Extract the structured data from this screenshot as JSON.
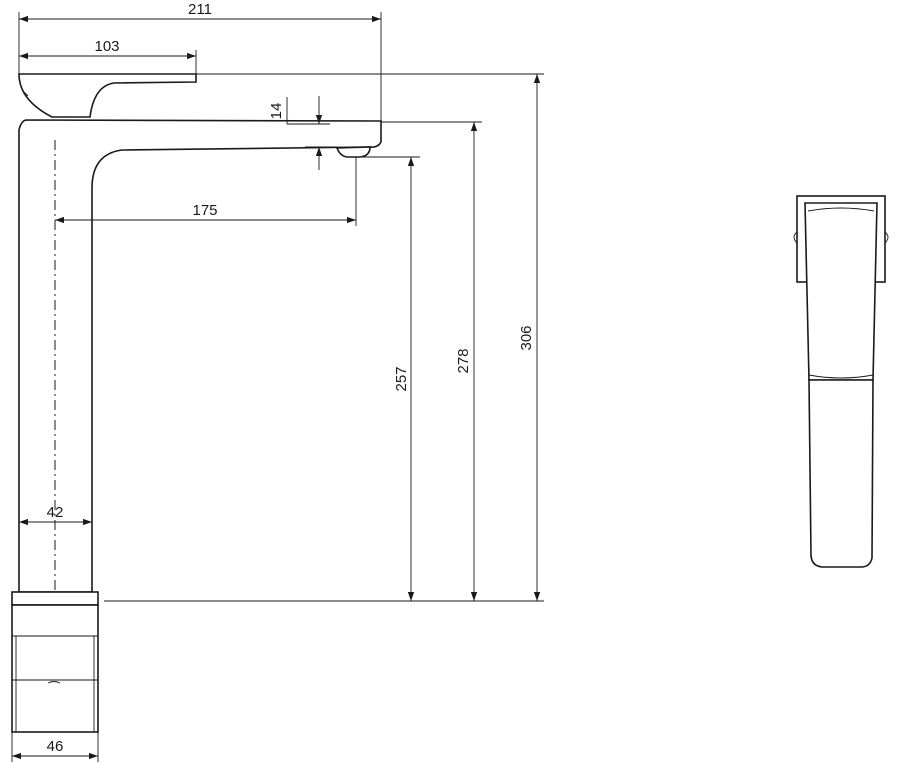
{
  "dimensions": {
    "overall_length": "211",
    "handle_length": "103",
    "outlet_height": "14",
    "spout_reach": "175",
    "height_to_outlet": "257",
    "height_to_spout_top": "278",
    "overall_height": "306",
    "body_width": "42",
    "base_width": "46"
  },
  "colors": {
    "line": "#1a1a1a",
    "background": "#ffffff"
  }
}
